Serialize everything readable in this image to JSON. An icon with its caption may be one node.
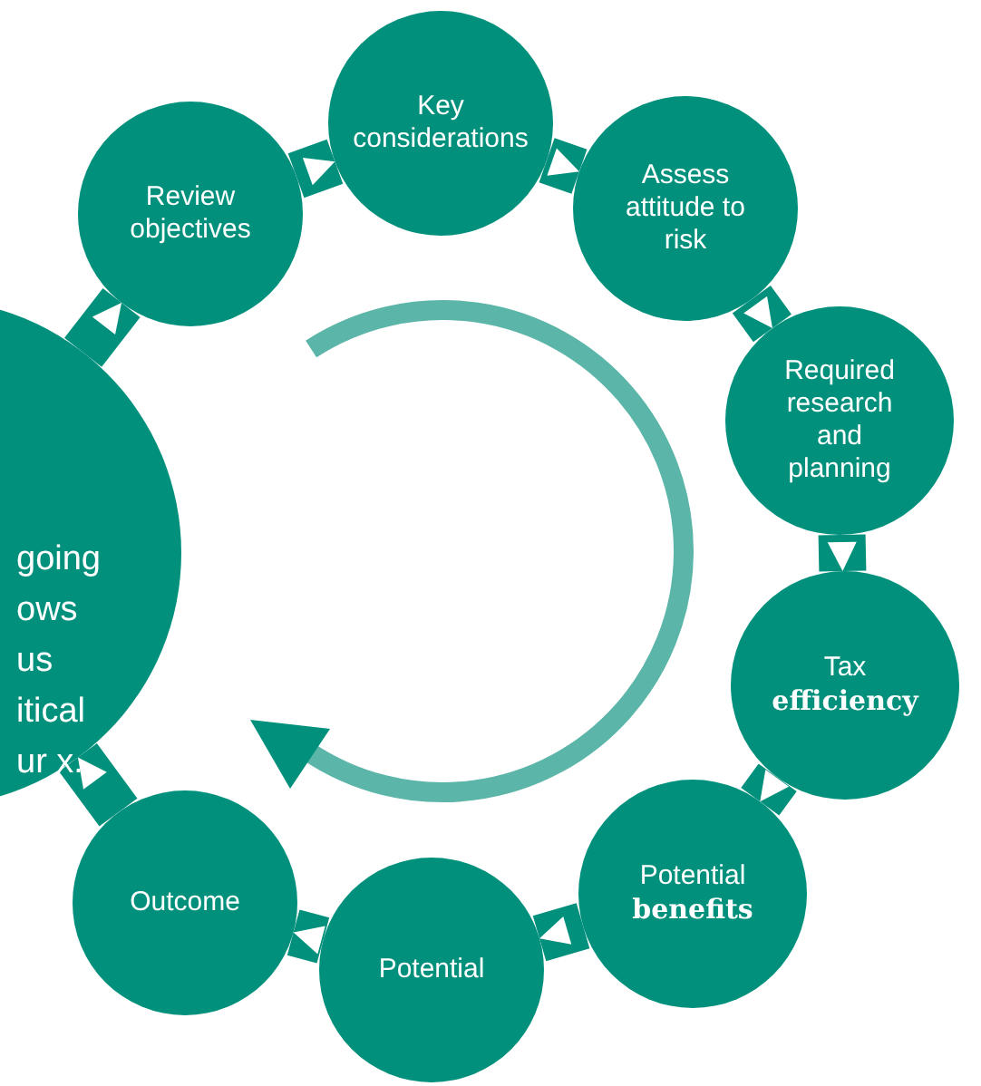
{
  "diagram": {
    "nodes": [
      {
        "text": [
          "Review objectives"
        ]
      },
      {
        "text": [
          "Key considerations"
        ]
      },
      {
        "text": [
          "Assess attitude to risk"
        ]
      },
      {
        "text": [
          "Required research and planning"
        ]
      },
      {
        "text": [
          "Tax **efficiency**"
        ]
      },
      {
        "text": [
          "Potential **benefits**"
        ]
      },
      {
        "text": [
          "Potential"
        ]
      },
      {
        "text": [
          "Outcome"
        ]
      },
      {
        "text": [
          "going ows us itical ur x."
        ]
      }
    ],
    "edges": [
      {
        "from": 8,
        "to": 0,
        "arrow": "to"
      },
      {
        "from": 0,
        "to": 1,
        "arrow": "to"
      },
      {
        "from": 1,
        "to": 2,
        "arrow": "to"
      },
      {
        "from": 2,
        "to": 3,
        "arrow": "to"
      },
      {
        "from": 3,
        "to": 4,
        "arrow": "to"
      },
      {
        "from": 4,
        "to": 5,
        "arrow": "to"
      },
      {
        "from": 5,
        "to": 6,
        "arrow": "to"
      },
      {
        "from": 6,
        "to": 7,
        "arrow": "to"
      },
      {
        "from": 7,
        "to": 8,
        "arrow": "to"
      }
    ]
  }
}
